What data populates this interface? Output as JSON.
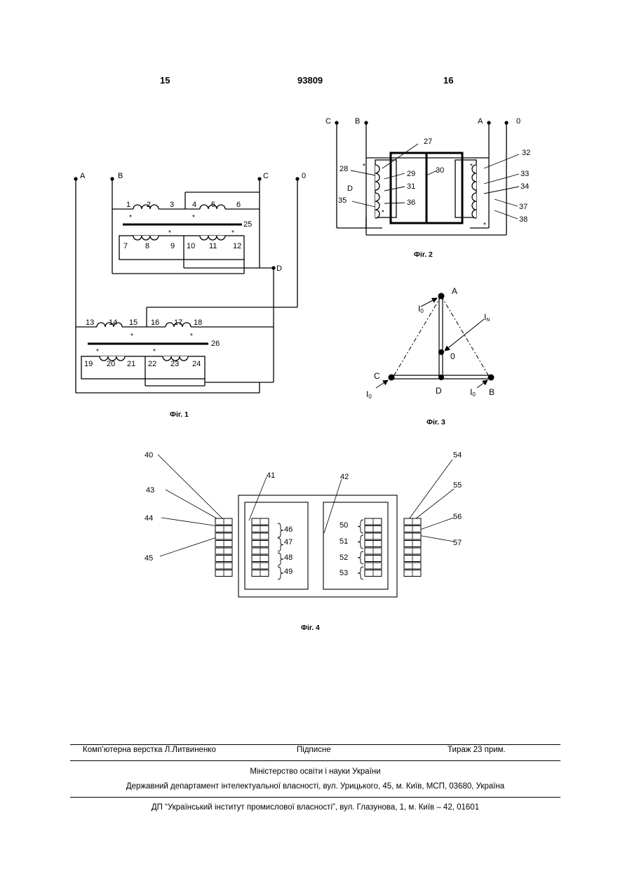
{
  "header": {
    "page_left": "15",
    "patent_number": "93809",
    "page_right": "16"
  },
  "fig1": {
    "caption": "Фіг. 1",
    "phases": [
      "A",
      "B",
      "C",
      "0"
    ],
    "numbers": [
      "1",
      "2",
      "3",
      "4",
      "5",
      "6",
      "7",
      "8",
      "9",
      "10",
      "11",
      "12",
      "13",
      "14",
      "15",
      "16",
      "17",
      "18",
      "19",
      "20",
      "21",
      "22",
      "23",
      "24"
    ],
    "core_labels": [
      "25",
      "26"
    ],
    "node_label": "D"
  },
  "fig2": {
    "caption": "Фіг. 2",
    "phases": [
      "C",
      "B",
      "A",
      "0"
    ],
    "node_label": "D",
    "numbers": [
      "27",
      "28",
      "29",
      "30",
      "31",
      "32",
      "33",
      "34",
      "35",
      "36",
      "37",
      "38"
    ]
  },
  "fig3": {
    "caption": "Фіг. 3",
    "points": [
      "A",
      "0",
      "C",
      "D",
      "B"
    ],
    "currents": {
      "i0": "I",
      "i0_sub": "0",
      "in": "I",
      "in_sub": "N"
    }
  },
  "fig4": {
    "caption": "Фіг. 4",
    "numbers": [
      "40",
      "41",
      "42",
      "43",
      "44",
      "45",
      "46",
      "47",
      "48",
      "49",
      "50",
      "51",
      "52",
      "53",
      "54",
      "55",
      "56",
      "57"
    ]
  },
  "footer": {
    "composed": "Комп’ютерна верстка Л.Литвиненко",
    "signed": "Підписне",
    "circulation": "Тираж 23 прим.",
    "ministry": "Міністерство освіти і науки України",
    "department": "Державний департамент інтелектуальної власності, вул. Урицького, 45, м. Київ, МСП, 03680, Україна",
    "institute": "ДП “Український інститут промислової власності”, вул. Глазунова, 1, м. Київ – 42, 01601"
  }
}
